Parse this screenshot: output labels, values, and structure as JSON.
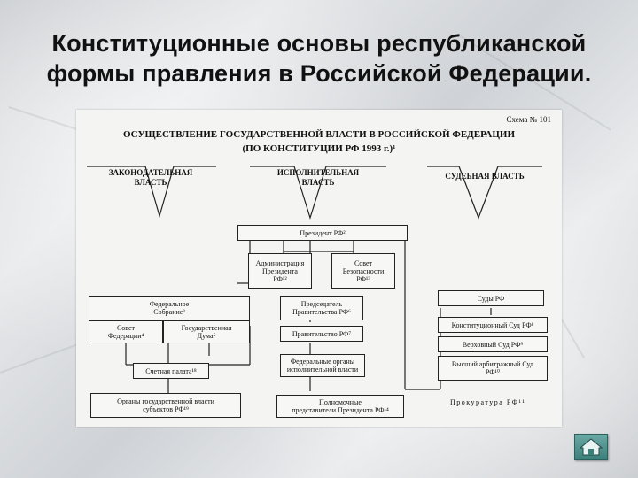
{
  "slide": {
    "title_line1": "Конституционные основы республиканской",
    "title_line2": "формы правления в Российской Федерации."
  },
  "scheme": {
    "number": "Схема № 101",
    "title": "ОСУЩЕСТВЛЕНИЕ ГОСУДАРСТВЕННОЙ ВЛАСТИ В РОССИЙСКОЙ ФЕДЕРАЦИИ",
    "subtitle": "(ПО КОНСТИТУЦИИ РФ 1993 г.)¹",
    "branches": {
      "legislative_1": "ЗАКОНОДАТЕЛЬНАЯ",
      "legislative_2": "ВЛАСТЬ",
      "executive_1": "ИСПОЛНИТЕЛЬНАЯ",
      "executive_2": "ВЛАСТЬ",
      "judicial": "СУДЕБНАЯ ВЛАСТЬ"
    },
    "boxes": {
      "president": "Президент РФ²",
      "administration_1": "Администрация",
      "administration_2": "Президента",
      "administration_3": "РФ¹²",
      "security_council_1": "Совет",
      "security_council_2": "Безопасности",
      "security_council_3": "РФ¹³",
      "federal_assembly_1": "Федеральное",
      "federal_assembly_2": "Собрание³",
      "federation_council_1": "Совет",
      "federation_council_2": "Федерации⁴",
      "state_duma_1": "Государственная",
      "state_duma_2": "Дума⁵",
      "accounts_chamber": "Счетная палата¹⁸",
      "regional_bodies_1": "Органы государственной власти",
      "regional_bodies_2": "субъектов РФ¹⁹",
      "chairman_1": "Председатель",
      "chairman_2": "Правительства РФ⁶",
      "government": "Правительство РФ⁷",
      "federal_executive_1": "Федеральные органы",
      "federal_executive_2": "исполнительной власти",
      "plenipotentiary_1": "Полномочные",
      "plenipotentiary_2": "представители Президента РФ¹⁴",
      "courts": "Суды РФ",
      "constitutional_court": "Конституционный Суд РФ⁸",
      "supreme_court": "Верховный Суд РФ⁹",
      "arbitration_court_1": "Высший арбитражный Суд",
      "arbitration_court_2": "РФ¹⁰",
      "prosecutor": "Прокуратура РФ¹¹"
    }
  },
  "nav": {
    "icon": "home-icon"
  }
}
